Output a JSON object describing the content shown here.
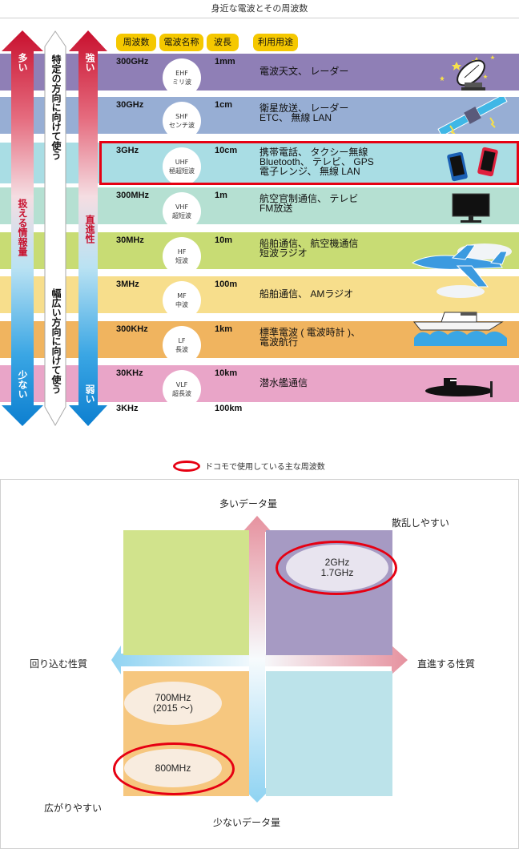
{
  "title": "身近な電波とその周波数",
  "headers": [
    "周波数",
    "電波名称",
    "波長",
    "利用用途"
  ],
  "arrows": {
    "info": {
      "top": "多い",
      "middle": "扱える情報量",
      "bottom": "少ない"
    },
    "direction": {
      "top": "特定の方向に向けて使う",
      "bottom": "幅広い方向に向けて使う"
    },
    "straightness": {
      "top": "強い",
      "middle": "直進性",
      "bottom": "弱い"
    }
  },
  "bands": [
    {
      "freq": "300GHz",
      "code": "EHF",
      "name": "ミリ波",
      "wavelength": "1mm",
      "uses": "電波天文、 レーダー",
      "icon": "satellite-dish-icon",
      "color": "#8f7fb6"
    },
    {
      "freq": "30GHz",
      "code": "SHF",
      "name": "センチ波",
      "wavelength": "1cm",
      "uses": "衛星放送、 レーダー\nETC、 無線 LAN",
      "icon": "satellite-icon",
      "color": "#97aed4"
    },
    {
      "freq": "3GHz",
      "code": "UHF",
      "name": "極超短波",
      "wavelength": "10cm",
      "uses": "携帯電話、 タクシー無線\nBluetooth、 テレビ、 GPS\n電子レンジ、 無線 LAN",
      "icon": "smartphone-icon",
      "color": "#a9dde4",
      "highlighted": true
    },
    {
      "freq": "300MHz",
      "code": "VHF",
      "name": "超短波",
      "wavelength": "1m",
      "uses": "航空官制通信、 テレビ\nFM放送",
      "icon": "tv-monitor-icon",
      "color": "#b5e0d2"
    },
    {
      "freq": "30MHz",
      "code": "HF",
      "name": "短波",
      "wavelength": "10m",
      "uses": "船舶通信、 航空機通信\n短波ラジオ",
      "icon": "airplane-icon",
      "color": "#c8dc74"
    },
    {
      "freq": "3MHz",
      "code": "MF",
      "name": "中波",
      "wavelength": "100m",
      "uses": "船舶通信、 AMラジオ",
      "icon": "ship-icon",
      "color": "#f7de8c"
    },
    {
      "freq": "300KHz",
      "code": "LF",
      "name": "長波",
      "wavelength": "1km",
      "uses": "標準電波 ( 電波時計 )、\n電波航行",
      "icon": "waves-icon",
      "color": "#f0b45f"
    },
    {
      "freq": "30KHz",
      "code": "VLF",
      "name": "超長波",
      "wavelength": "10km",
      "uses": "潜水艦通信",
      "icon": "submarine-icon",
      "color": "#e9a5c8"
    }
  ],
  "last_row": {
    "freq": "3KHz",
    "wavelength": "100km"
  },
  "legend": {
    "label": "ドコモで使用している主な周波数",
    "color": "#e60012"
  },
  "quadrant": {
    "axis_top": "多いデータ量",
    "axis_bottom": "少ないデータ量",
    "axis_left": "回り込む性質",
    "axis_right": "直進する性質",
    "corner_top_right": "散乱しやすい",
    "corner_bottom_left": "広がりやすい",
    "top_right_freqs": "2GHz\n1.7GHz",
    "bottom_left_freq_1": "700MHz\n(2015 ～)",
    "bottom_left_freq_2": "800MHz",
    "colors": {
      "top_left": "#d1e38c",
      "top_right": "#a69ac3",
      "bottom_left": "#f6c77f",
      "bottom_right": "#bce3ea"
    }
  }
}
